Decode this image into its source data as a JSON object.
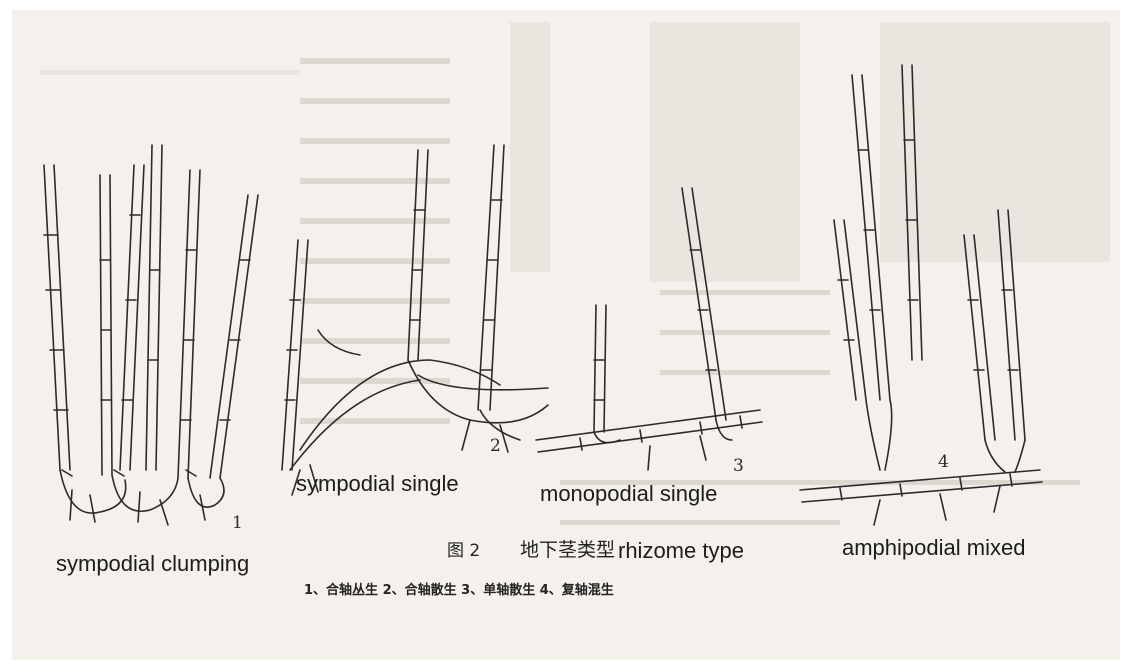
{
  "labels": {
    "sympodial_clumping": "sympodial clumping",
    "sympodial_single": "sympodial single",
    "monopodial_single": "monopodial single",
    "amphipodial_mixed": "amphipodial mixed"
  },
  "numbers": {
    "n1": "1",
    "n2": "2",
    "n3": "3",
    "n4": "4"
  },
  "caption": {
    "figure_label": "图 2",
    "chinese_title": "地下茎类型",
    "english_title": "rhizome type",
    "legend": "1、合轴丛生   2、合轴散生   3、单轴散生   4、复轴混生"
  },
  "colors": {
    "paper": "#f4f1ec",
    "ink": "#2b2b2b"
  }
}
